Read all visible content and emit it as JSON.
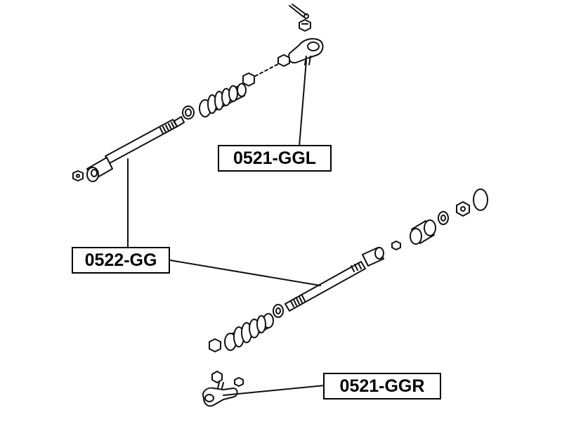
{
  "labels": {
    "tie_rod_end_left": "0521-GGL",
    "axial_rod": "0522-GG",
    "tie_rod_end_right": "0521-GGR"
  }
}
